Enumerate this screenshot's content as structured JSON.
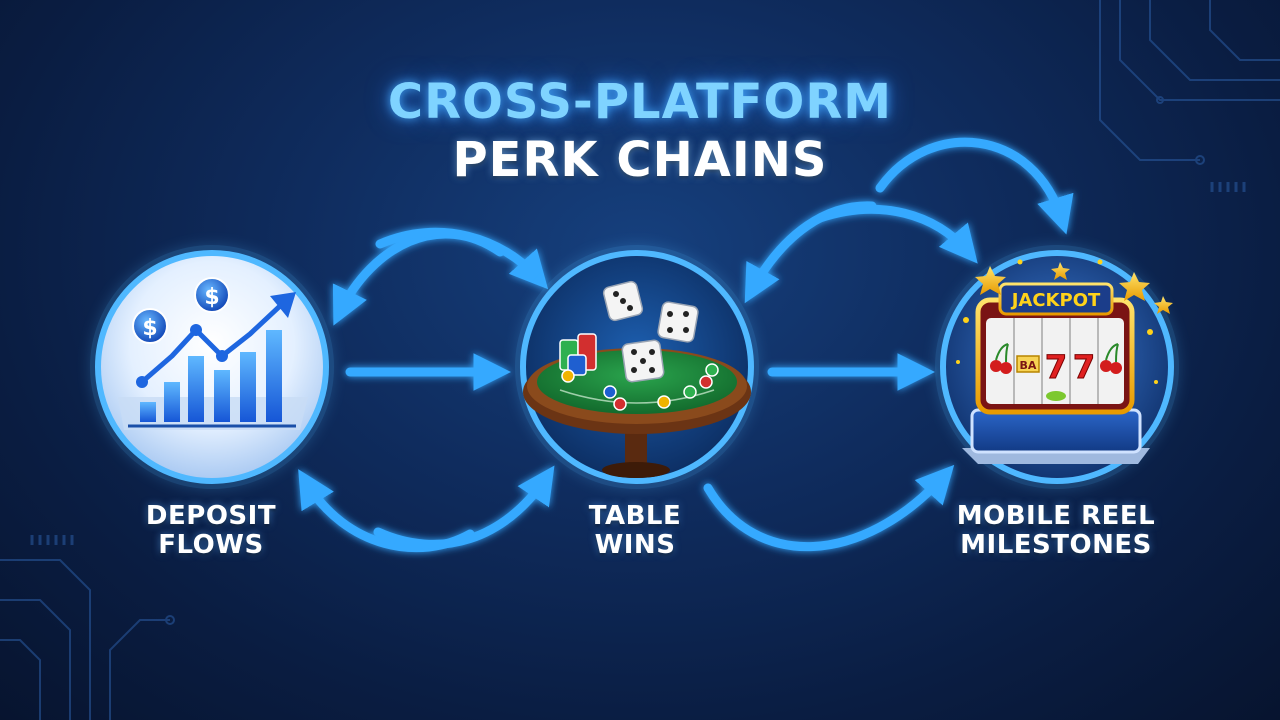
{
  "title": {
    "line1": "CROSS-PLATFORM",
    "line2": "PERK CHAINS"
  },
  "nodes": [
    {
      "id": "deposit",
      "label_line1": "DEPOSIT",
      "label_line2": "FLOWS",
      "icon": "rising-bar-chart-with-dollar-coins-icon"
    },
    {
      "id": "table",
      "label_line1": "TABLE",
      "label_line2": "WINS",
      "icon": "casino-table-with-dice-and-chips-icon"
    },
    {
      "id": "mobile",
      "label_line1": "MOBILE REEL",
      "label_line2": "MILESTONES",
      "icon": "smartphone-slot-machine-icon"
    }
  ],
  "jackpot_sign": "JACKPOT",
  "coin_symbol": "$",
  "slot_symbols": [
    "cherry",
    "bar",
    "seven",
    "lemon",
    "cherry"
  ],
  "slot_bar_text": "BA",
  "slot_seven_text": "7",
  "connections": [
    {
      "from": "table",
      "to": "deposit",
      "style": "curved-top"
    },
    {
      "from": "deposit",
      "to": "table",
      "style": "curved-top"
    },
    {
      "from": "deposit",
      "to": "table",
      "style": "straight"
    },
    {
      "from": "table",
      "to": "deposit",
      "style": "curved-bottom"
    },
    {
      "from": "deposit",
      "to": "table",
      "style": "curved-bottom"
    },
    {
      "from": "table",
      "to": "mobile",
      "style": "straight"
    },
    {
      "from": "table",
      "to": "mobile",
      "style": "curved-bottom"
    },
    {
      "from": "mobile",
      "to": "table",
      "style": "curved-top"
    },
    {
      "from": "table",
      "to": "mobile",
      "style": "curved-top"
    },
    {
      "from": "mobile",
      "to": "mobile",
      "style": "loop-top"
    }
  ],
  "colors": {
    "background": "#0d2550",
    "arrow": "#35a9ff",
    "arrow_glow": "#1e7dff",
    "title_accent": "#7fd3ff",
    "circle_ring": "#4fb8ff",
    "jackpot_gold": "#ffc21a",
    "table_felt": "#1f8a3c"
  }
}
